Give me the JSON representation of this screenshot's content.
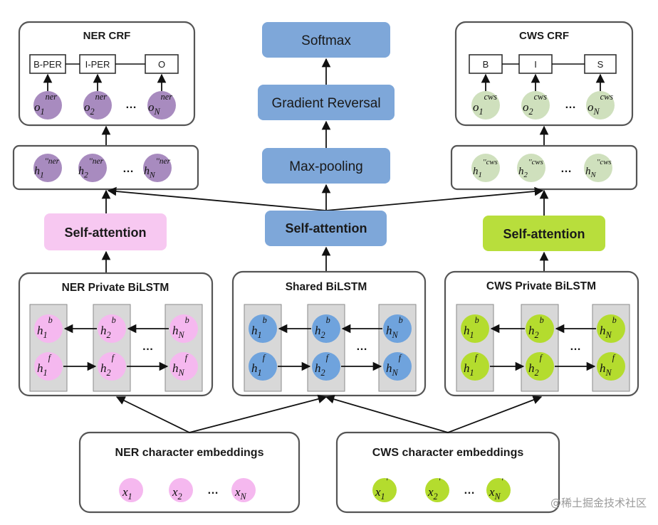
{
  "ner_crf": {
    "title": "NER  CRF",
    "tags": [
      "B-PER",
      "I-PER",
      "O"
    ],
    "outputs": [
      {
        "base": "o",
        "sub": "1",
        "sup": "ner"
      },
      {
        "base": "o",
        "sub": "2",
        "sup": "ner"
      },
      {
        "base": "o",
        "sub": "N",
        "sup": "ner"
      }
    ]
  },
  "cws_crf": {
    "title": "CWS  CRF",
    "tags": [
      "B",
      "I",
      "S"
    ],
    "outputs": [
      {
        "base": "o",
        "sub": "1",
        "sup": "cws"
      },
      {
        "base": "o",
        "sub": "2",
        "sup": "cws"
      },
      {
        "base": "o",
        "sub": "N",
        "sup": "cws"
      }
    ]
  },
  "ner_concat": [
    {
      "base": "h",
      "sub": "1",
      "sup": "′′ner"
    },
    {
      "base": "h",
      "sub": "2",
      "sup": "′′ner"
    },
    {
      "base": "h",
      "sub": "N",
      "sup": "′′ner"
    }
  ],
  "cws_concat": [
    {
      "base": "h",
      "sub": "1",
      "sup": "′′cws"
    },
    {
      "base": "h",
      "sub": "2",
      "sup": "′′cws"
    },
    {
      "base": "h",
      "sub": "N",
      "sup": "′′cws"
    }
  ],
  "center": {
    "softmax": "Softmax",
    "gradient_reversal": "Gradient  Reversal",
    "max_pooling": "Max-pooling"
  },
  "attention": {
    "ner": "Self-attention",
    "shared": "Self-attention",
    "cws": "Self-attention"
  },
  "bilstm": {
    "ner_title": "NER  Private  BiLSTM",
    "shared_title": "Shared  BiLSTM",
    "cws_title": "CWS  Private  BiLSTM",
    "backward": [
      {
        "base": "h",
        "sub": "1",
        "sup": "b"
      },
      {
        "base": "h",
        "sub": "2",
        "sup": "b"
      },
      {
        "base": "h",
        "sub": "N",
        "sup": "b"
      }
    ],
    "forward": [
      {
        "base": "h",
        "sub": "1",
        "sup": "f"
      },
      {
        "base": "h",
        "sub": "2",
        "sup": "f"
      },
      {
        "base": "h",
        "sub": "N",
        "sup": "f"
      }
    ]
  },
  "embeddings": {
    "ner_title": "NER  character embeddings",
    "cws_title": "CWS  character embeddings",
    "ner_inputs": [
      {
        "base": "x",
        "sub": "1",
        "sup": ""
      },
      {
        "base": "x",
        "sub": "2",
        "sup": ""
      },
      {
        "base": "x",
        "sub": "N",
        "sup": ""
      }
    ],
    "cws_inputs": [
      {
        "base": "x",
        "sub": "1",
        "sup": "′"
      },
      {
        "base": "x",
        "sub": "2",
        "sup": "′"
      },
      {
        "base": "x",
        "sub": "N",
        "sup": "′"
      }
    ]
  },
  "ellipsis": "…",
  "watermark": "@稀土掘金技术社区",
  "colors": {
    "ner_node": "#f5b8ef",
    "ner_concat_node": "#a88bbf",
    "shared_node": "#6fa3dd",
    "cws_node": "#b4dc2e",
    "cws_concat_node": "#cfe0bd",
    "ner_attention": "#f7c8f1",
    "shared_attention": "#7ea7d9",
    "cws_attention": "#b8de3c",
    "center_box": "#7ea7d9"
  }
}
